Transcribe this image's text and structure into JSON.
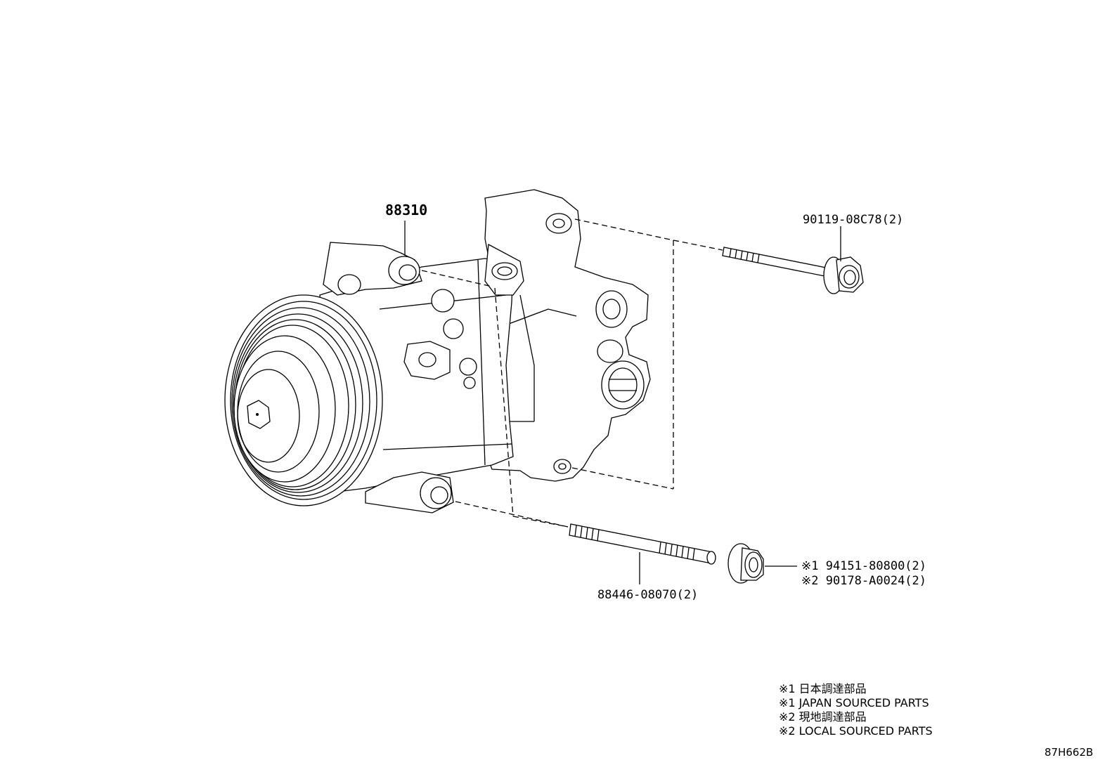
{
  "diagram": {
    "parts": {
      "compressor": "88310",
      "bolt_upper": "90119-08C78(2)",
      "stud": "88446-08070(2)",
      "nut_line1": "※1 94151-80800(2)",
      "nut_line2": "※2 90178-A0024(2)"
    },
    "notes": [
      "※1 日本調達部品",
      "※1 JAPAN SOURCED PARTS",
      "※2 現地調達部品",
      "※2 LOCAL SOURCED PARTS"
    ],
    "ref_code": "87H662B"
  }
}
